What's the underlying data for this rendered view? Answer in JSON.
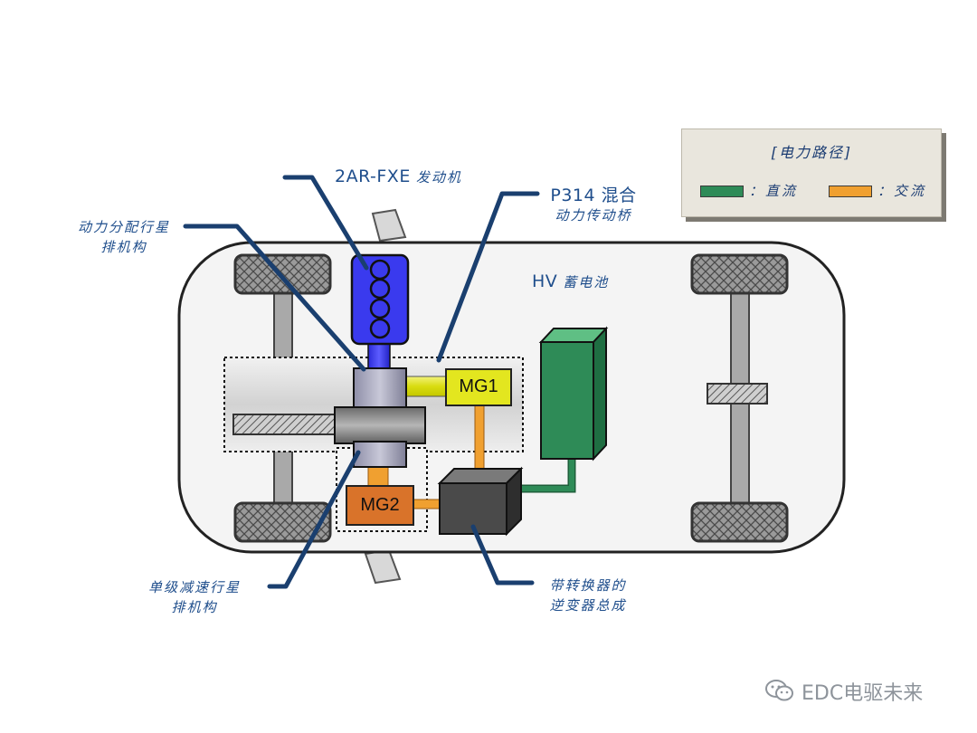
{
  "labels": {
    "engine_model": "2AR-FXE",
    "engine_cn": "发动机",
    "transaxle_line1": "P314 混合",
    "transaxle_line2": "动力传动桥",
    "psd_line1": "动力分配行星",
    "psd_line2": "排机构",
    "battery_prefix": "HV",
    "battery_cn": "蓄电池",
    "reduction_line1": "单级减速行星",
    "reduction_line2": "排机构",
    "inverter_line1": "带转换器的",
    "inverter_line2": "逆变器总成",
    "mg1": "MG1",
    "mg2": "MG2"
  },
  "legend": {
    "title": "[电力路径]",
    "dc_label": "：直流",
    "ac_label": "：交流",
    "dc_color": "#2e8b57",
    "ac_color": "#f0a030"
  },
  "watermark": {
    "text": "EDC电驱未来",
    "icon": "wechat-icon"
  },
  "colors": {
    "engine": "#3a3aee",
    "mg1": "#e3e61f",
    "mg2": "#d9732a",
    "battery": "#2e8b57",
    "inverter": "#4a4a4a",
    "leader_line": "#1a3f6f"
  }
}
